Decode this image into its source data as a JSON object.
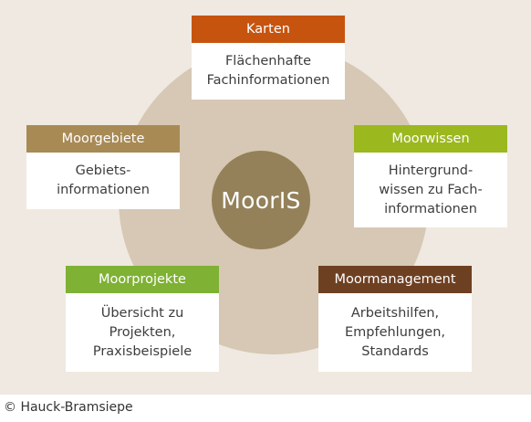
{
  "center": {
    "label": "MoorIS"
  },
  "cards": {
    "karten": {
      "title": "Karten",
      "lines": [
        "Flächenhafte",
        "Fachinformationen"
      ]
    },
    "moorgebiete": {
      "title": "Moorgebiete",
      "lines": [
        "Gebiets-",
        "informationen"
      ]
    },
    "moorwissen": {
      "title": "Moorwissen",
      "lines": [
        "Hintergrund-",
        "wissen zu Fach-",
        "informationen"
      ]
    },
    "moorprojekte": {
      "title": "Moorprojekte",
      "lines": [
        "Übersicht zu",
        "Projekten,",
        "Praxisbeispiele"
      ]
    },
    "moormanagement": {
      "title": "Moormanagement",
      "lines": [
        "Arbeitshilfen,",
        "Empfehlungen,",
        "Standards"
      ]
    }
  },
  "colors": {
    "karten": "#c6540f",
    "moorgebiete": "#a88a55",
    "moorwissen": "#9bb81f",
    "moorprojekte": "#7fb134",
    "moormanagement": "#6e4022",
    "hub": "#94815a",
    "ring": "#d6c8b4",
    "background": "#efe9e1"
  },
  "footer": {
    "copyright": "© Hauck-Bramsiepe"
  }
}
